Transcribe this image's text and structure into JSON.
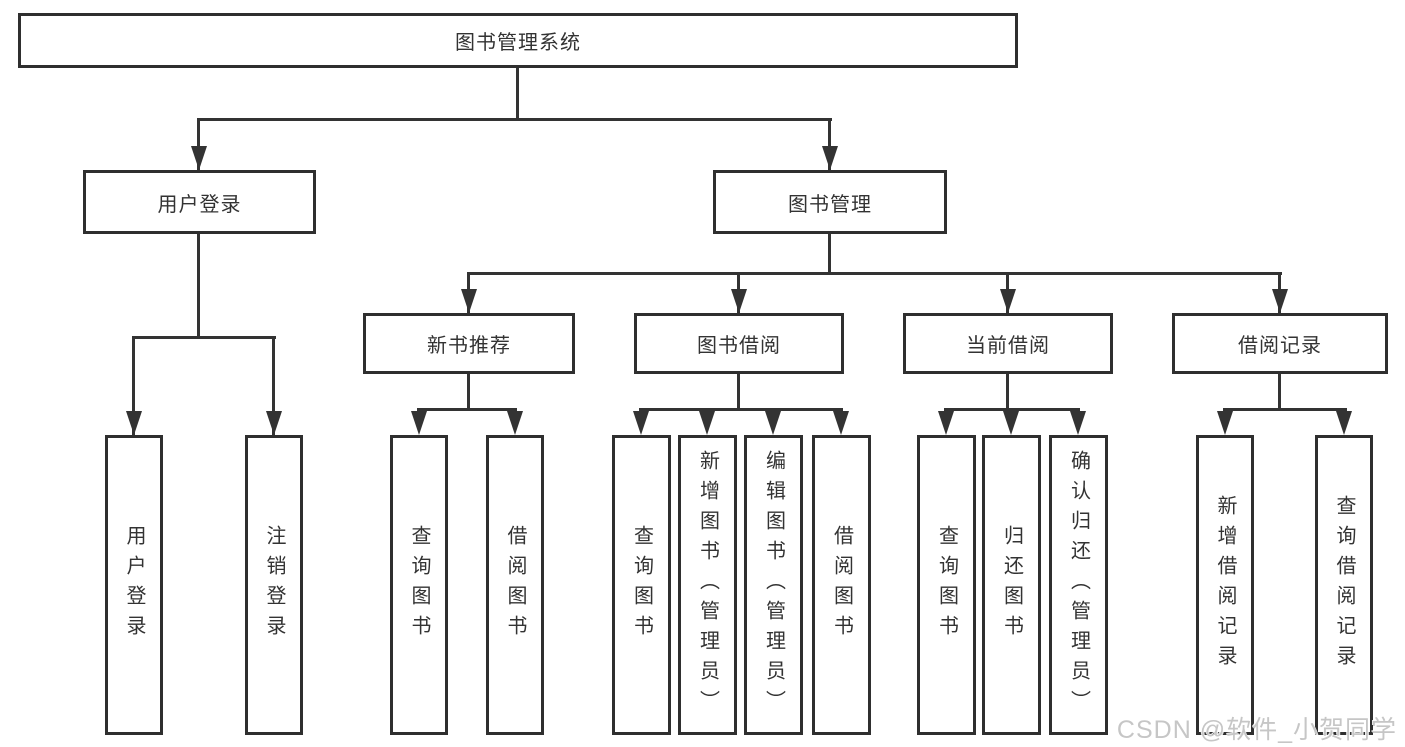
{
  "nodes": {
    "root": {
      "label": "图书管理系统"
    },
    "user_login": {
      "label": "用户登录"
    },
    "book_management": {
      "label": "图书管理"
    },
    "new_book_recommend": {
      "label": "新书推荐"
    },
    "book_borrow": {
      "label": "图书借阅"
    },
    "current_borrow": {
      "label": "当前借阅"
    },
    "borrow_records": {
      "label": "借阅记录"
    },
    "leaf_user_login": {
      "label": "用户登录"
    },
    "leaf_logout": {
      "label": "注销登录"
    },
    "leaf_query_books_1": {
      "label": "查询图书"
    },
    "leaf_borrow_books_1": {
      "label": "借阅图书"
    },
    "leaf_query_books_2": {
      "label": "查询图书"
    },
    "leaf_add_books": {
      "label": "新增图书（管理员）"
    },
    "leaf_edit_books": {
      "label": "编辑图书（管理员）"
    },
    "leaf_borrow_books_2": {
      "label": "借阅图书"
    },
    "leaf_query_books_3": {
      "label": "查询图书"
    },
    "leaf_return_books": {
      "label": "归还图书"
    },
    "leaf_confirm_return": {
      "label": "确认归还（管理员）"
    },
    "leaf_add_borrow_record": {
      "label": "新增借阅记录"
    },
    "leaf_query_borrow_record": {
      "label": "查询借阅记录"
    }
  },
  "watermark": "CSDN @软件_小贺同学",
  "colors": {
    "line": "#333333",
    "node_border": "#2f2f2f",
    "node_fill": "#ffffff",
    "text": "#333333",
    "watermark_text": "#c6c6c6",
    "background": "#ffffff"
  }
}
